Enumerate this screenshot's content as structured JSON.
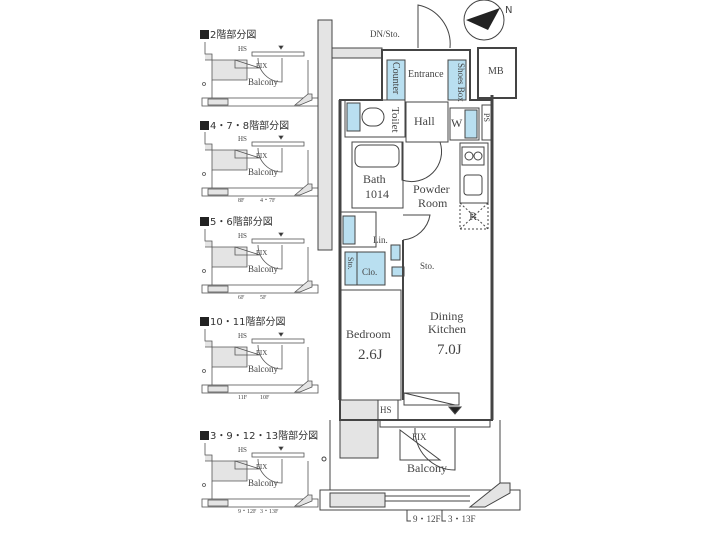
{
  "insets": [
    {
      "title": "2階部分図",
      "labels": {
        "hs": "HS",
        "fix": "FIX",
        "balcony": "Balcony"
      },
      "floors": []
    },
    {
      "title": "4・7・8階部分図",
      "labels": {
        "hs": "HS",
        "fix": "FIX",
        "balcony": "Balcony"
      },
      "floors": [
        "8F",
        "4・7F"
      ]
    },
    {
      "title": "5・6階部分図",
      "labels": {
        "hs": "HS",
        "fix": "FIX",
        "balcony": "Balcony"
      },
      "floors": [
        "6F",
        "5F"
      ]
    },
    {
      "title": "10・11階部分図",
      "labels": {
        "hs": "HS",
        "fix": "FIX",
        "balcony": "Balcony"
      },
      "floors": [
        "11F",
        "10F"
      ]
    },
    {
      "title": "3・9・12・13階部分図",
      "labels": {
        "hs": "HS",
        "fix": "FIX",
        "balcony": "Balcony"
      },
      "floors": [
        "9・12F",
        "3・13F"
      ]
    }
  ],
  "plan": {
    "dn_sto": "DN/Sto.",
    "counter": "Counter",
    "entrance": "Entrance",
    "shoes_box": "Shoes Box",
    "mb": "MB",
    "toilet": "Toilet",
    "hall": "Hall",
    "w": "W",
    "ps": "PS",
    "bath": "Bath",
    "bath_size": "1014",
    "powder_room_1": "Powder",
    "powder_room_2": "Room",
    "refrigerator": "R",
    "linen": "Lin.",
    "storage_sto": "Sto.",
    "storage_sto2": "Sto.",
    "closet": "Clo.",
    "bedroom": "Bedroom",
    "bedroom_size": "2.6J",
    "dining_1": "Dining",
    "dining_2": "Kitchen",
    "dining_size": "7.0J",
    "hs": "HS",
    "fix": "FIX",
    "balcony": "Balcony",
    "floor_a": "9・12F",
    "floor_b": "3・13F"
  },
  "compass": {
    "north_label": "N"
  },
  "colors": {
    "fixture_blue": "#b9dff0",
    "wall_gray": "#e4e4e4",
    "line": "#444444"
  }
}
